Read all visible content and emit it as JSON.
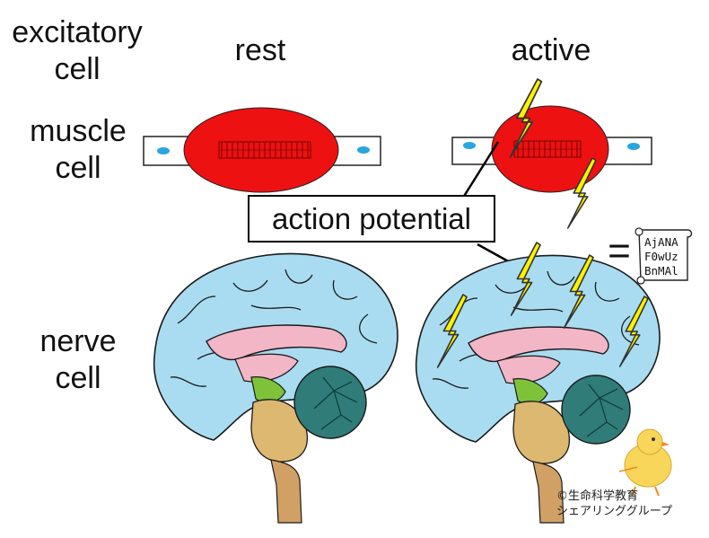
{
  "labels": {
    "excitatory_cell": "excitatory\ncell",
    "muscle_cell": "muscle\ncell",
    "nerve_cell": "nerve\ncell",
    "rest": "rest",
    "active": "active",
    "action_potential": "action potential",
    "equals": "="
  },
  "scroll_code": [
    "AjANA",
    "F0wUz",
    "BnMAl"
  ],
  "credit": [
    "©生命科学教育",
    "シェアリンググループ"
  ],
  "colors": {
    "muscle": "#ee1111",
    "cortex": "#a9dcf0",
    "corpus_callosum": "#f2b6c6",
    "cerebellum": "#2f7c78",
    "brainstem": "#ddb870",
    "spinal_cord": "#d1a065",
    "midbrain": "#7ec23a",
    "lightning": "#fff200",
    "nucleus": "#27a6e0"
  }
}
